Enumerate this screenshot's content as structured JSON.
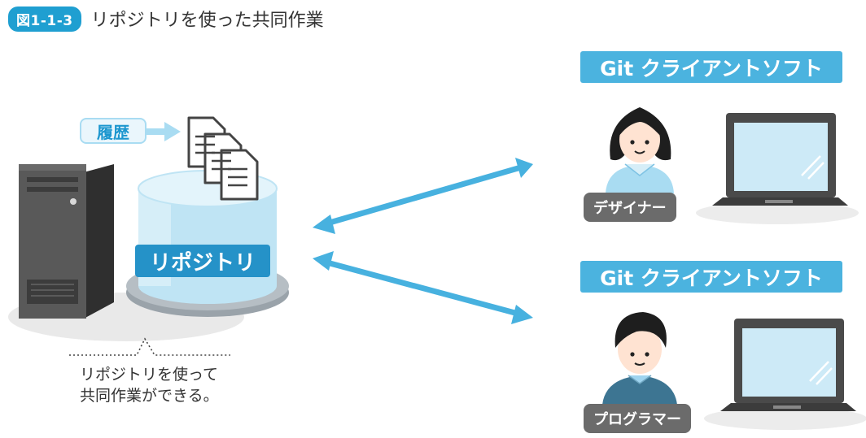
{
  "figure": {
    "number": "図1-1-3",
    "title": "リポジトリを使った共同作業"
  },
  "repository": {
    "label": "リポジトリ",
    "history_label": "履歴"
  },
  "note": {
    "line1": "リポジトリを使って",
    "line2": "共同作業ができる。"
  },
  "clients": [
    {
      "software_label": "Git クライアントソフト",
      "role": "デザイナー"
    },
    {
      "software_label": "Git クライアントソフト",
      "role": "プログラマー"
    }
  ],
  "colors": {
    "accent_blue": "#1f9fd1",
    "label_blue": "#4bb3df",
    "repo_blue": "#2592c8",
    "arrow_blue": "#47b1df",
    "server_dark": "#4a4a4a",
    "badge_gray": "#6b6b6b"
  },
  "icons": [
    "server-icon",
    "database-cylinder-icon",
    "document-stack-icon",
    "laptop-icon",
    "person-icon",
    "double-arrow-icon"
  ]
}
